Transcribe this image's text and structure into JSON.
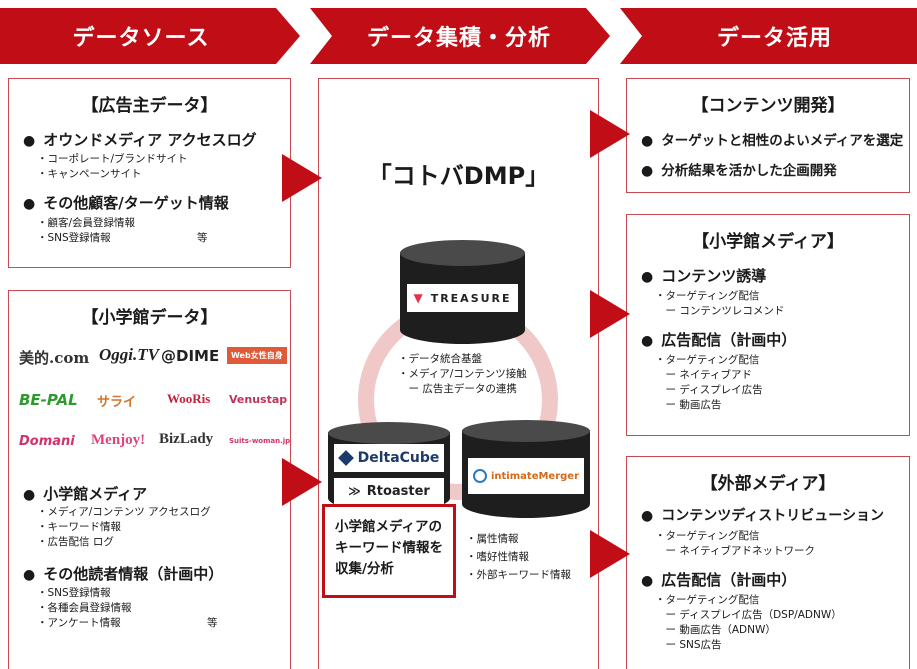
{
  "headers": {
    "source": "データソース",
    "analysis": "データ集積・分析",
    "usage": "データ活用"
  },
  "advertiser": {
    "title": "【広告主データ】",
    "items": [
      {
        "label": "オウンドメディア アクセスログ",
        "subs": [
          "・コーポレート/ブランドサイト",
          "・キャンペーンサイト"
        ]
      },
      {
        "label": "その他顧客/ターゲット情報",
        "subs": [
          "・顧客/会員登録情報",
          "・SNS登録情報"
        ]
      }
    ],
    "etc": "等"
  },
  "shogakukan_data": {
    "title": "【小学館データ】",
    "logos": [
      "美的.com",
      "Oggi.TV",
      "@DIME",
      "Web女性自身",
      "BE-PAL",
      "サライ",
      "WooRis",
      "Venustap",
      "Domani",
      "Menjoy!",
      "BizLady",
      "Suits-woman.jp"
    ],
    "items": [
      {
        "label": "小学館メディア",
        "subs": [
          "・メディア/コンテンツ アクセスログ",
          "・キーワード情報",
          "・広告配信 ログ"
        ]
      },
      {
        "label": "その他読者情報（計画中）",
        "subs": [
          "・SNS登録情報",
          "・各種会員登録情報",
          "・アンケート情報"
        ]
      }
    ],
    "etc": "等"
  },
  "center": {
    "dmp_title": "「コトバDMP」",
    "treasure_label": "TREASURE",
    "treasure_notes": [
      "・データ統合基盤",
      "・メディア/コンテンツ接触",
      "　ー 広告主データの連携"
    ],
    "delta_label": "DeltaCube",
    "rtoaster_label": "Rtoaster",
    "im_label": "intimateMerger",
    "keyword_box": [
      "小学館メディアの",
      "キーワード情報を",
      "収集/分析"
    ],
    "im_notes": [
      "・属性情報",
      "・嗜好性情報",
      "・外部キーワード情報"
    ]
  },
  "contents_dev": {
    "title": "【コンテンツ開発】",
    "items": [
      "ターゲットと相性のよいメディアを選定",
      "分析結果を活かした企画開発"
    ]
  },
  "shogakukan_media": {
    "title": "【小学館メディア】",
    "items": [
      {
        "label": "コンテンツ誘導",
        "subs": [
          "・ターゲティング配信",
          "　ー コンテンツレコメンド"
        ]
      },
      {
        "label": "広告配信（計画中）",
        "subs": [
          "・ターゲティング配信",
          "　ー ネイティブアド",
          "　ー ディスプレイ広告",
          "　ー 動画広告"
        ]
      }
    ]
  },
  "external": {
    "title": "【外部メディア】",
    "items": [
      {
        "label": "コンテンツディストリビューション",
        "subs": [
          "・ターゲティング配信",
          "　ー ネイティブアドネットワーク"
        ]
      },
      {
        "label": "広告配信（計画中）",
        "subs": [
          "・ターゲティング配信",
          "　ー ディスプレイ広告（DSP/ADNW）",
          "　ー 動画広告（ADNW）",
          "　ー SNS広告"
        ]
      }
    ]
  },
  "colors": {
    "accent": "#c10d16",
    "border": "#c94a50",
    "ring": "#f0c8c8",
    "db": "#1e1e1e"
  }
}
